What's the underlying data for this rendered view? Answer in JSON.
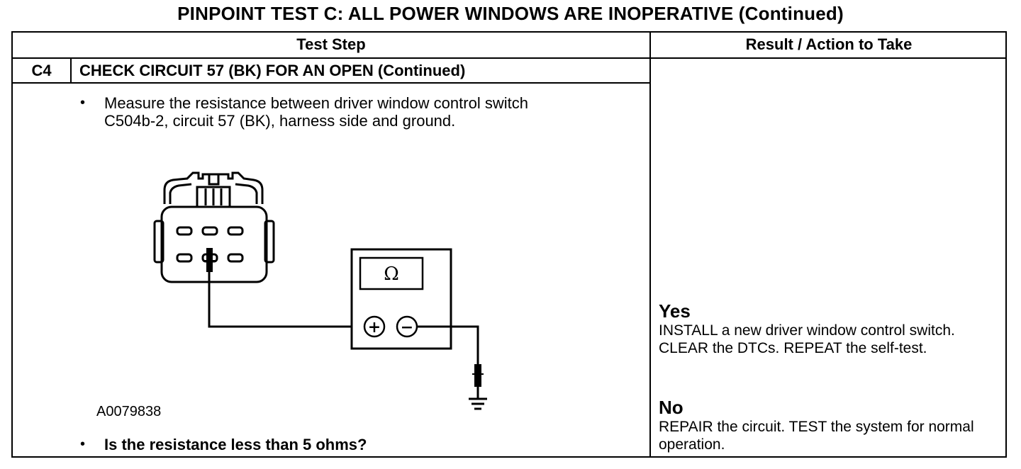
{
  "title": "PINPOINT TEST C: ALL POWER WINDOWS ARE INOPERATIVE (Continued)",
  "table": {
    "col_test_step": "Test Step",
    "col_result": "Result / Action to Take",
    "step_id": "C4",
    "step_title": "CHECK CIRCUIT 57 (BK) FOR AN OPEN (Continued)",
    "bullet": "•",
    "instruction_line1": "Measure the resistance between driver window control switch",
    "instruction_line2": "C504b-2, circuit 57 (BK), harness side and ground.",
    "figure_id": "A0079838",
    "question": "Is the resistance less than 5 ohms?",
    "meter_symbol": "Ω",
    "plus_symbol": "+",
    "minus_symbol": "−"
  },
  "results": {
    "yes_label": "Yes",
    "yes_text": "INSTALL a new driver window control switch. CLEAR the DTCs. REPEAT the self-test.",
    "no_label": "No",
    "no_text": "REPAIR the circuit. TEST the system for normal operation."
  },
  "icons": [
    "connector-icon",
    "ohmmeter-icon",
    "ground-icon"
  ]
}
